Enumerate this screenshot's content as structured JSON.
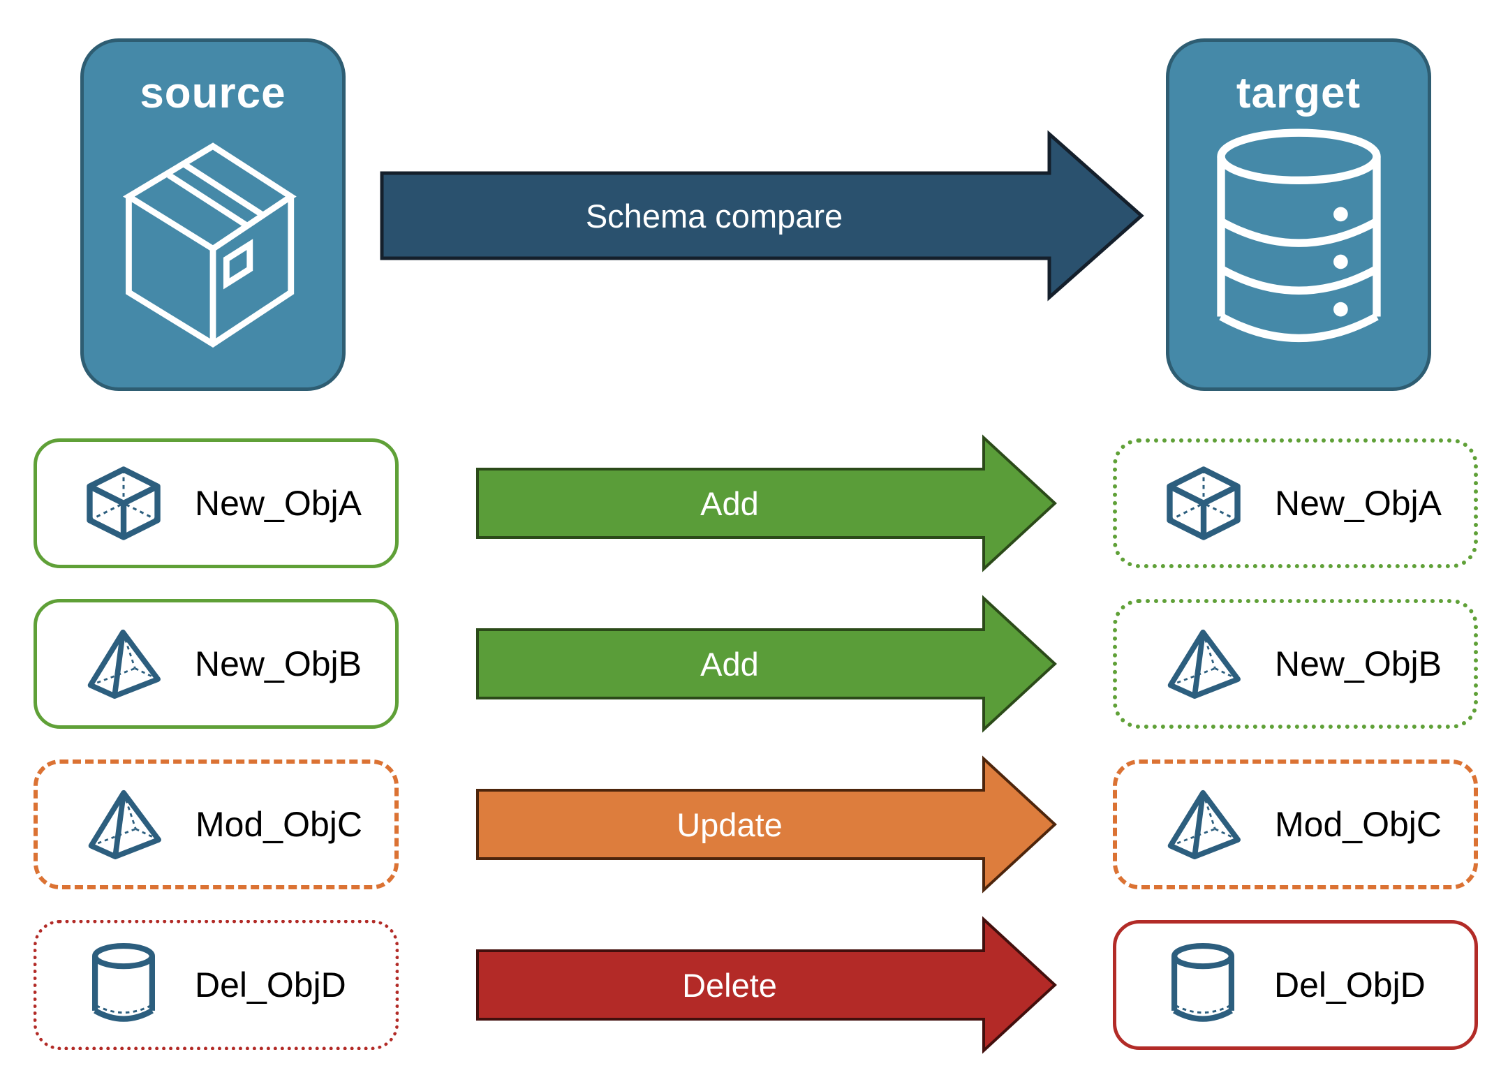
{
  "diagram": {
    "source_label": "source",
    "target_label": "target",
    "main_arrow_label": "Schema compare"
  },
  "rows": [
    {
      "label": "New_ObjA",
      "action": "Add",
      "icon": "cube-icon",
      "status": "new",
      "accent": "#5FA037"
    },
    {
      "label": "New_ObjB",
      "action": "Add",
      "icon": "pyramid-icon",
      "status": "new",
      "accent": "#5FA037"
    },
    {
      "label": "Mod_ObjC",
      "action": "Update",
      "icon": "pyramid-icon",
      "status": "modified",
      "accent": "#DB7233"
    },
    {
      "label": "Del_ObjD",
      "action": "Delete",
      "icon": "cylinder-icon",
      "status": "deleted",
      "accent": "#B22B27"
    }
  ],
  "colors": {
    "node_fill": "#4589A8",
    "node_border": "#2E5D72",
    "main_arrow_fill": "#2A516E",
    "main_arrow_outline": "#141F2B",
    "add_green": "#5A9D39",
    "update_orange": "#DD7D3D",
    "delete_red": "#B32A27",
    "object_icon_blue": "#2C5E7E",
    "background": "#FFFFFF"
  }
}
